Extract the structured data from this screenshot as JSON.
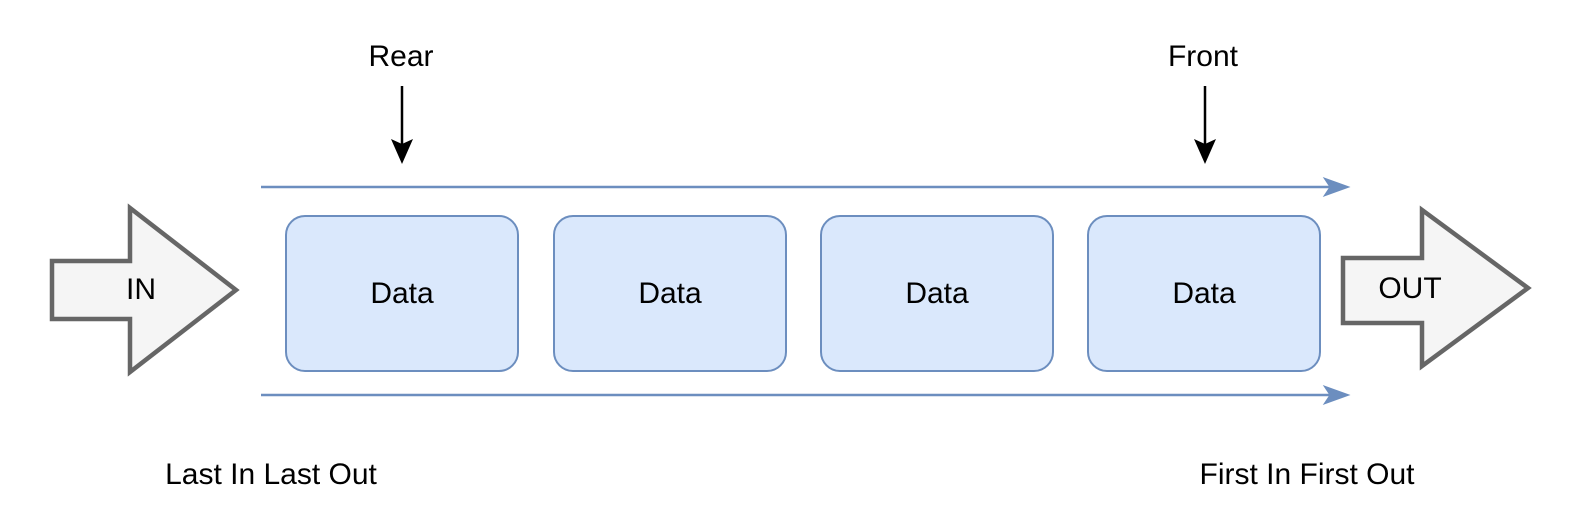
{
  "diagram": {
    "type": "queue-structure-diagram",
    "pointers": {
      "rear": "Rear",
      "front": "Front"
    },
    "input_arrow_label": "IN",
    "output_arrow_label": "OUT",
    "queue_cells": [
      "Data",
      "Data",
      "Data",
      "Data"
    ],
    "captions": {
      "left": "Last In Last Out",
      "right": "First In First Out"
    },
    "colors": {
      "cell_fill": "#dae8fc",
      "cell_border": "#6c8ebf",
      "flow_line": "#6c8ebf",
      "block_arrow_fill": "#f5f5f5",
      "block_arrow_border": "#666666",
      "pointer_arrow": "#000000",
      "text": "#000000",
      "background": "#ffffff"
    }
  }
}
